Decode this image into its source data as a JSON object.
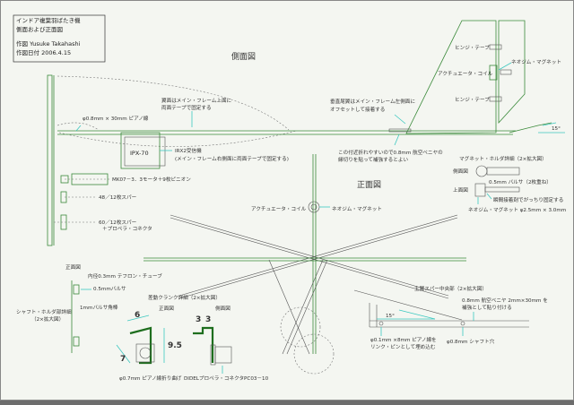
{
  "title_block": {
    "line1": "インドア複葉羽ばたき機",
    "line2": "側面および正面図",
    "author": "作図 Yusuke Takahashi",
    "date": "作図日付 2006.4.15"
  },
  "side_view": {
    "heading": "側面図",
    "wing_note": [
      "翼面はメイン・フレーム上面に",
      "両面テープで固定する"
    ],
    "piano_wire": "φ0.8mm × 30mm ピアノ線",
    "fin_note": [
      "垂直尾翼はメイン・フレーム左側面に",
      "オフセットして接着する"
    ],
    "hinge_tape_top": "ヒンジ・テープ",
    "hinge_tape_bottom": "ヒンジ・テープ",
    "actuator_coil": "アクチュエータ・コイル",
    "neodymium_magnet": "ネオジム・マグネット",
    "angle": "15°",
    "receiver_box": "IPX-70",
    "receiver_label": "IRX2受信機",
    "receiver_note": "(メイン・フレーム右側面に両面テープで固定する)",
    "reinforce_note": [
      "この付近折れやすいので0.8mm 航空ベニヤの",
      "縁切りを貼って補強するとよい"
    ],
    "motor": "MK07－3．3モータ＋9枚ピニオン",
    "gear1": "48／12枚スパー",
    "gear2": [
      "60／12枚スパー",
      "＋プロペラ・コネクタ"
    ]
  },
  "magnet_holder": {
    "title": "マグネット・ホルダ詳細（2×拡大図）",
    "side": "側面図",
    "top": "上面図",
    "balsa": "0.5mm バルサ（2枚重ね）",
    "glue": "瞬間接着剤でがっちり固定する",
    "magnet": "ネオジム・マグネット φ2.5mm × 3.0mm"
  },
  "front_view": {
    "heading": "正面図",
    "actuator_coil": "アクチュエータ・コイル",
    "neodymium_magnet": "ネオジム・マグネット"
  },
  "shaft_holder": {
    "view": "正面図",
    "tube": "内径0.3mm テフロン・チューブ",
    "balsa": "0.5mmバルサ",
    "stick": "1mmバルサ角棒",
    "title": [
      "シャフト・ホルダ部詳細",
      "（2×拡大図）"
    ]
  },
  "crank": {
    "title": "差動クランク詳細（2×拡大図）",
    "front": "正面図",
    "side": "側面図",
    "dim_6": "6",
    "dim_3a": "3",
    "dim_3b": "3",
    "dim_95": "9.5",
    "dim_7": "7",
    "wire": "φ0.7mm ピアノ線折り曲げ",
    "connector": "DIDELプロペラ・コネクタPC03－10"
  },
  "spar_center": {
    "title": "主翼スパー中央部（2×拡大図）",
    "plywood": [
      "0.8mm 航空ベニヤ 2mm×30mm を",
      "補強として貼り付ける"
    ],
    "angle": "15°",
    "pin": [
      "φ0.1mm ×8mm ピアノ線を",
      "リンク・ピンとして埋め込む"
    ],
    "shaft_hole": "φ0.8mm シャフト穴"
  }
}
